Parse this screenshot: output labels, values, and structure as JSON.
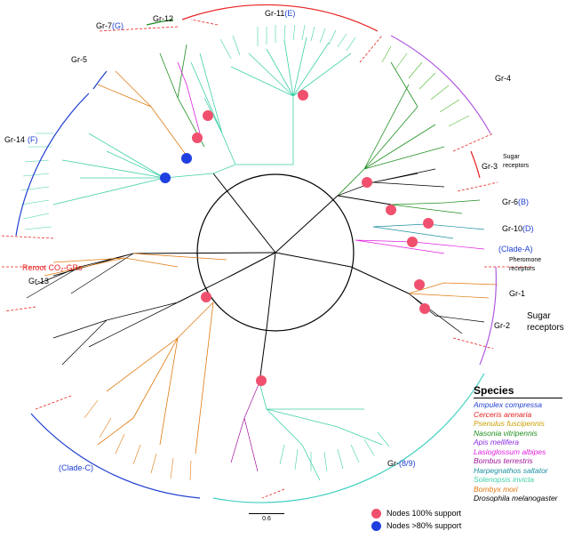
{
  "clade_labels": {
    "gr11": {
      "text": "Gr-11",
      "sub": "(E)"
    },
    "gr12": {
      "text": "Gr-12"
    },
    "gr7": {
      "text": "Gr-7",
      "sub": "(G)"
    },
    "gr5": {
      "text": "Gr-5"
    },
    "gr14": {
      "text": "Gr-14",
      "sub": "(F)"
    },
    "gr4": {
      "text": "Gr-4"
    },
    "gr3": {
      "text": "Gr-3"
    },
    "gr6": {
      "text": "Gr-6",
      "sub": "(B)"
    },
    "gr10": {
      "text": "Gr-10",
      "sub": "(D)"
    },
    "clade_a": {
      "text": "(Clade-A)"
    },
    "gr1": {
      "text": "Gr-1"
    },
    "gr2": {
      "text": "Gr-2"
    },
    "gr89": {
      "text": "Gr-",
      "sub": "(8/9)"
    },
    "clade_c": {
      "text": "(Clade-C)"
    },
    "gr13": {
      "text": "Gr-13"
    },
    "reroot": {
      "text": "Reroot  CO₂-GRs"
    }
  },
  "annotations": {
    "sugar_small_line1": "Sugar",
    "sugar_small_line2": "receptors",
    "pheromone_line1": "Pheromone",
    "pheromone_line2": "receptors",
    "sugar_big_line1": "Sugar",
    "sugar_big_line2": "receptors"
  },
  "legend": {
    "title": "Species",
    "items": [
      {
        "name": "Ampulex compressa",
        "color": "#1f3fd0"
      },
      {
        "name": "Cerceris arenaria",
        "color": "#e8201f"
      },
      {
        "name": "Psenulus fuscipennis",
        "color": "#c9a000"
      },
      {
        "name": "Nasonia vitripennis",
        "color": "#1f8f1f"
      },
      {
        "name": "Apis mellifera",
        "color": "#8a2be2"
      },
      {
        "name": "Lasioglossum albipes",
        "color": "#e020e0"
      },
      {
        "name": "Bombus terrestris",
        "color": "#a0129a"
      },
      {
        "name": "Harpegnathos saltator",
        "color": "#1a8fa0"
      },
      {
        "name": "Solenopsis invicta",
        "color": "#3fd0a8"
      },
      {
        "name": "Bombyx mori",
        "color": "#e07a10"
      },
      {
        "name": "Drosophila melanogaster",
        "color": "#000000"
      }
    ]
  },
  "support": {
    "full": {
      "label": "Nodes 100% support",
      "color": "#f0506e"
    },
    "partial": {
      "label": "Nodes >80% support",
      "color": "#1f3fe0"
    }
  },
  "scale_bar": {
    "label": "0.6"
  }
}
